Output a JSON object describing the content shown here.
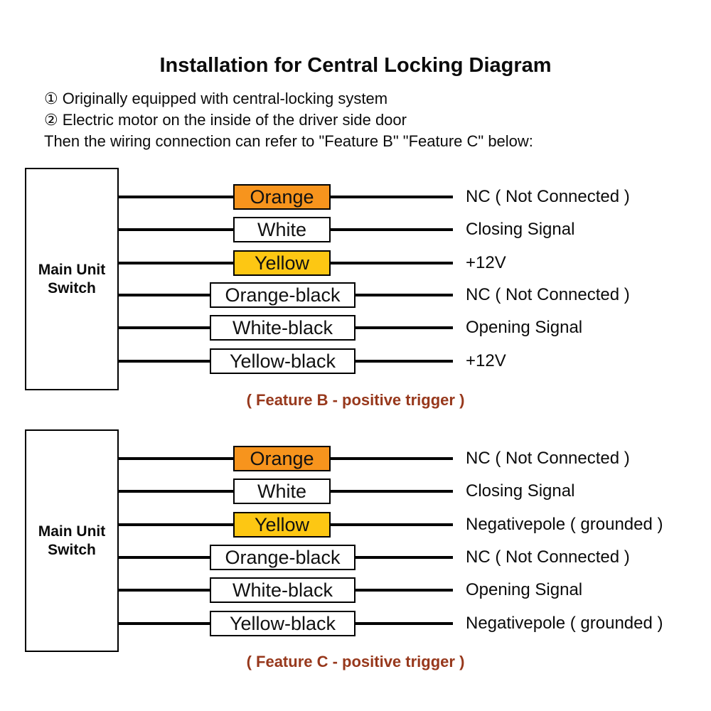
{
  "title": "Installation for Central Locking Diagram",
  "notes": [
    {
      "bullet": "①",
      "text": "Originally equipped with central-locking system"
    },
    {
      "bullet": "②",
      "text": "Electric motor on the inside of the driver side door"
    }
  ],
  "intro": "Then the wiring connection can refer to \"Feature B\" \"Feature C\" below:",
  "colors": {
    "orange_box": "#f7941d",
    "yellow_box": "#fdc713",
    "white_box": "#ffffff",
    "wire": "#000000",
    "caption_text": "#97381c",
    "body_text": "#0b0b0b"
  },
  "diagrams": [
    {
      "id": "feature-b",
      "source_label": "Main Unit Switch",
      "caption": "( Feature B - positive trigger )",
      "wires": [
        {
          "wire_label": "Orange",
          "fill": "orange",
          "signal": "NC ( Not Connected )"
        },
        {
          "wire_label": "White",
          "fill": "white",
          "signal": "Closing Signal"
        },
        {
          "wire_label": "Yellow",
          "fill": "yellow",
          "signal": "+12V"
        },
        {
          "wire_label": "Orange-black",
          "fill": "white",
          "signal": "NC ( Not Connected )"
        },
        {
          "wire_label": "White-black",
          "fill": "white",
          "signal": "Opening Signal"
        },
        {
          "wire_label": "Yellow-black",
          "fill": "white",
          "signal": "+12V"
        }
      ]
    },
    {
      "id": "feature-c",
      "source_label": "Main Unit Switch",
      "caption": "( Feature C - positive trigger )",
      "wires": [
        {
          "wire_label": "Orange",
          "fill": "orange",
          "signal": "NC ( Not Connected )"
        },
        {
          "wire_label": "White",
          "fill": "white",
          "signal": "Closing Signal"
        },
        {
          "wire_label": "Yellow",
          "fill": "yellow",
          "signal": "Negativepole ( grounded )"
        },
        {
          "wire_label": "Orange-black",
          "fill": "white",
          "signal": "NC ( Not Connected )"
        },
        {
          "wire_label": "White-black",
          "fill": "white",
          "signal": "Opening Signal"
        },
        {
          "wire_label": "Yellow-black",
          "fill": "white",
          "signal": "Negativepole ( grounded )"
        }
      ]
    }
  ]
}
